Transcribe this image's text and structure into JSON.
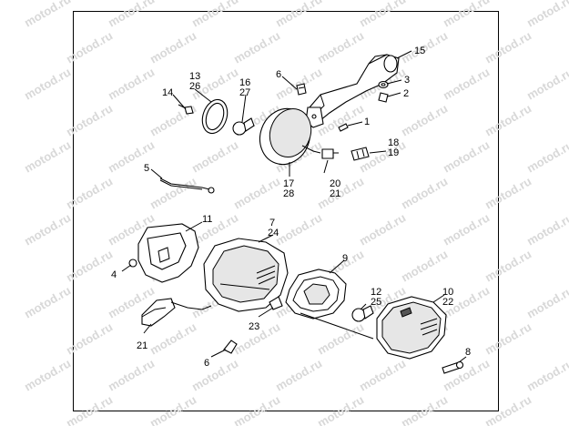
{
  "watermark": "motod.ru",
  "callouts": [
    {
      "id": "c15",
      "lines": [
        "15"
      ]
    },
    {
      "id": "c3",
      "lines": [
        "3"
      ]
    },
    {
      "id": "c2",
      "lines": [
        "2"
      ]
    },
    {
      "id": "c6a",
      "lines": [
        "6"
      ]
    },
    {
      "id": "c1",
      "lines": [
        "1"
      ]
    },
    {
      "id": "c13",
      "lines": [
        "13",
        "26"
      ]
    },
    {
      "id": "c16",
      "lines": [
        "16",
        "27"
      ]
    },
    {
      "id": "c14",
      "lines": [
        "14"
      ]
    },
    {
      "id": "c18",
      "lines": [
        "18",
        "19"
      ]
    },
    {
      "id": "c5",
      "lines": [
        "5"
      ]
    },
    {
      "id": "c17",
      "lines": [
        "17",
        "28"
      ]
    },
    {
      "id": "c20",
      "lines": [
        "20",
        "21"
      ]
    },
    {
      "id": "c11",
      "lines": [
        "11"
      ]
    },
    {
      "id": "c7",
      "lines": [
        "7",
        "24"
      ]
    },
    {
      "id": "c9",
      "lines": [
        "9"
      ]
    },
    {
      "id": "c4",
      "lines": [
        "4"
      ]
    },
    {
      "id": "c10",
      "lines": [
        "10",
        "22"
      ]
    },
    {
      "id": "c12",
      "lines": [
        "12",
        "25"
      ]
    },
    {
      "id": "c23",
      "lines": [
        "23"
      ]
    },
    {
      "id": "c21b",
      "lines": [
        "21"
      ]
    },
    {
      "id": "c8",
      "lines": [
        "8"
      ]
    },
    {
      "id": "c6b",
      "lines": [
        "6"
      ]
    }
  ]
}
